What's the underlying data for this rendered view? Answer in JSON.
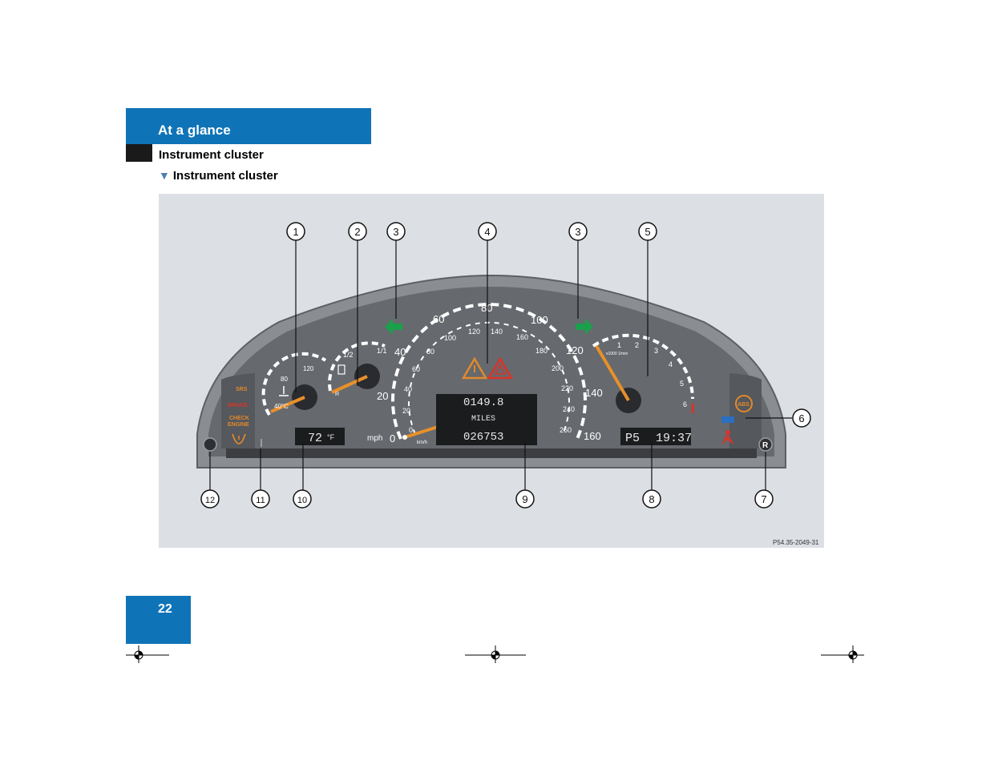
{
  "header": {
    "chapter": "At a glance",
    "section": "Instrument cluster",
    "subsection_marker": "▼",
    "subsection": "Instrument cluster"
  },
  "page_number": "22",
  "figure": {
    "code": "P54.35-2049-31",
    "callouts": [
      "1",
      "2",
      "3",
      "4",
      "3",
      "5",
      "6",
      "7",
      "8",
      "9",
      "10",
      "11",
      "12"
    ],
    "coolant_gauge": {
      "ticks": [
        "120",
        "80",
        "40°C"
      ]
    },
    "fuel_gauge": {
      "ticks": [
        "1/2",
        "1/1",
        "R"
      ]
    },
    "speedometer": {
      "mph_ticks": [
        "0",
        "20",
        "40",
        "60",
        "80",
        "100",
        "120",
        "140",
        "160"
      ],
      "kmh_ticks": [
        "0",
        "20",
        "40",
        "60",
        "80",
        "100",
        "120",
        "140",
        "160",
        "180",
        "200",
        "220",
        "240",
        "260"
      ],
      "unit_mph": "mph",
      "unit_kmh": "km/h"
    },
    "tachometer": {
      "ticks": [
        "1",
        "2",
        "3",
        "4",
        "5",
        "6"
      ],
      "unit": "x1000 1/min"
    },
    "display_center": {
      "trip": "0149.8",
      "unit": "MILES",
      "odometer": "026753"
    },
    "display_left": {
      "temp": "72",
      "unit": "°F"
    },
    "display_right": {
      "gear": "P5",
      "time": "19:37"
    },
    "warning_labels": {
      "srs": "SRS",
      "brake": "BRAKE",
      "check": "CHECK",
      "engine": "ENGINE"
    },
    "reset_button": "R",
    "colors": {
      "brand_blue": "#0f74b7",
      "dash": "#6b6f74",
      "needle": "#e8902a",
      "turn_arrow": "#1aa04a",
      "warning_red": "#d8342a",
      "warning_orange": "#e2892b"
    }
  }
}
